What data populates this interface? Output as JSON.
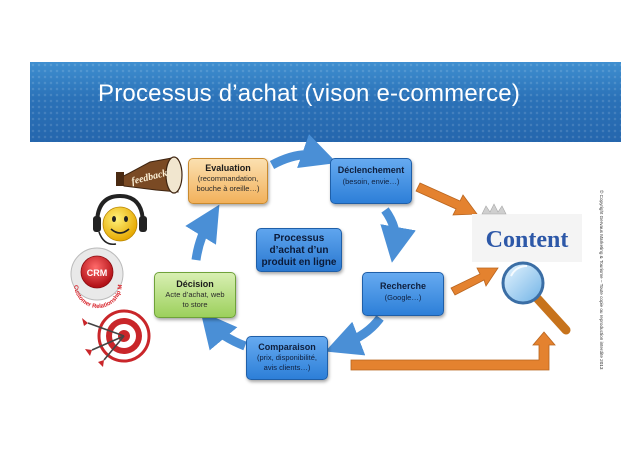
{
  "banner": {
    "title": "Processus d’achat (vison e-commerce)"
  },
  "center": {
    "label": "Processus d’achat d’un produit en ligne"
  },
  "nodes": {
    "evaluation": {
      "title": "Evaluation",
      "detail": "(recommandation, bouche à oreille…)"
    },
    "declenchement": {
      "title": "Déclenchement",
      "detail": "(besoin, envie…)"
    },
    "recherche": {
      "title": "Recherche",
      "detail": "(Google…)"
    },
    "comparaison": {
      "title": "Comparaison",
      "detail": "(prix, disponibilité, avis clients…)"
    },
    "decision": {
      "title": "Décision",
      "detail": "Acte d’achat, web to store"
    }
  },
  "illustrations": {
    "feedback_text": "feedback",
    "crm_text": "CRM",
    "crm_ring_text": "Customer Relationship Management",
    "content_text": "Content"
  },
  "copyright": "© Copyright Gervaus Marketing & Tourisme – Toute copie ou reproduction interdite 2013",
  "colors": {
    "banner": "#2b72b8",
    "cycle_arrow": "#4a8fd6",
    "orange_arrow": "#e4822f",
    "crm_red": "#d8242b",
    "target_red": "#c9262a"
  },
  "icons": [
    "feedback-megaphone-icon",
    "smiley-headset-icon",
    "crm-button-icon",
    "target-darts-icon",
    "content-logo-icon",
    "magnifying-glass-icon"
  ]
}
